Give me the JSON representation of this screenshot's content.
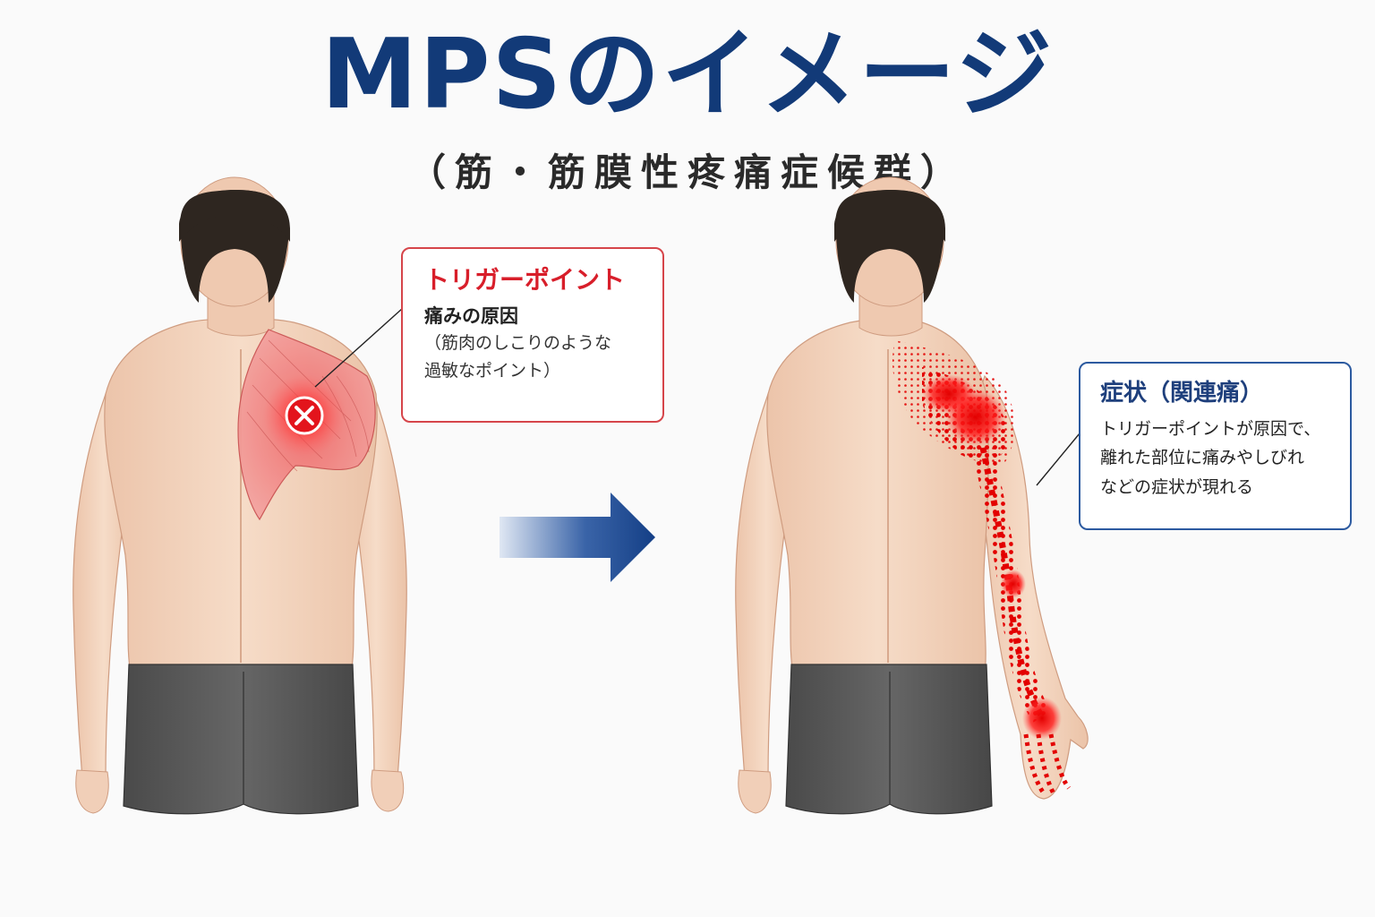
{
  "title": "MPSのイメージ",
  "subtitle": "（筋・筋膜性疼痛症候群）",
  "left_callout": {
    "heading": "トリガーポイント",
    "subheading": "痛みの原因",
    "body_lines": [
      "（筋肉のしこりのような",
      "過敏なポイント）"
    ]
  },
  "right_callout": {
    "heading": "症状（関連痛）",
    "body_lines": [
      "トリガーポイントが原因で、",
      "離れた部位に痛みやしびれ",
      "などの症状が現れる"
    ]
  },
  "colors": {
    "title": "#123a78",
    "trigger_red": "#d81e2a",
    "callout_blue": "#2c5aa0",
    "shorts": "#555555",
    "skin": "#f3d3bd",
    "hair": "#2e2620"
  },
  "icons": {
    "trigger_marker": "x-mark-icon",
    "transition_arrow": "right-arrow-icon"
  }
}
